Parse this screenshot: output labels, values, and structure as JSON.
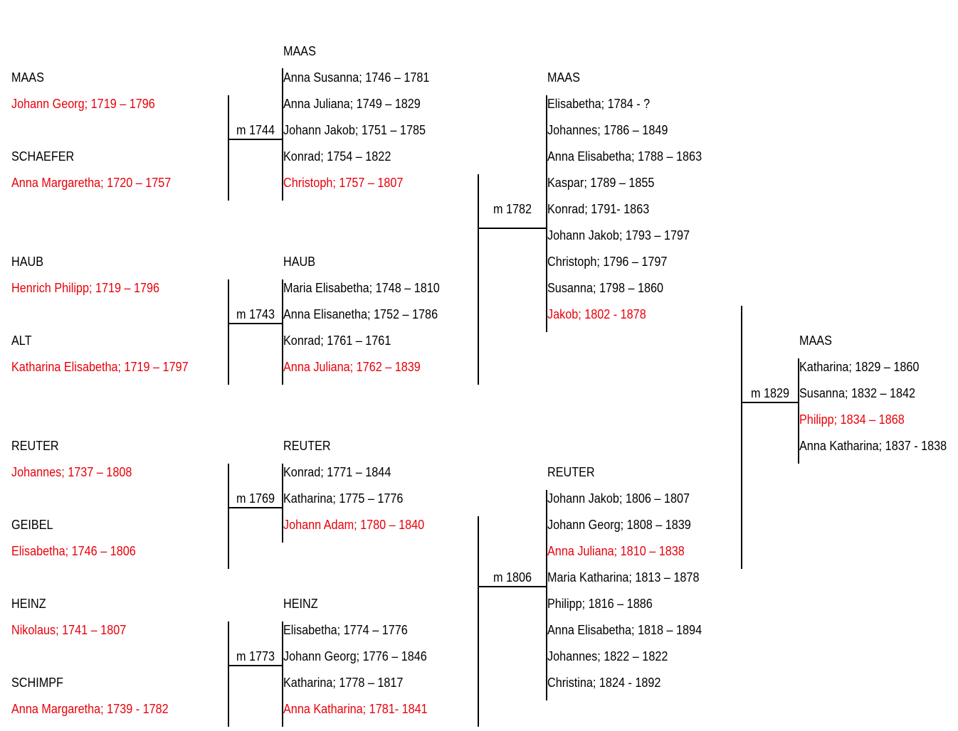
{
  "col1": {
    "maas_surname": "MAAS",
    "maas_person": "Johann Georg; 1719 – 1796",
    "schaefer_surname": "SCHAEFER",
    "schaefer_person": "Anna Margaretha; 1720 – 1757",
    "haub_surname": "HAUB",
    "haub_person": "Henrich Philipp; 1719 – 1796",
    "alt_surname": "ALT",
    "alt_person": "Katharina Elisabetha; 1719 – 1797",
    "reuter_surname": "REUTER",
    "reuter_person": "Johannes; 1737 – 1808",
    "geibel_surname": "GEIBEL",
    "geibel_person": "Elisabetha; 1746 – 1806",
    "heinz_surname": "HEINZ",
    "heinz_person": "Nikolaus; 1741 – 1807",
    "schimpf_surname": "SCHIMPF",
    "schimpf_person": "Anna Margaretha; 1739 - 1782"
  },
  "marriages": {
    "m1744": "m 1744",
    "m1743": "m 1743",
    "m1769": "m 1769",
    "m1773": "m 1773",
    "m1782": "m 1782",
    "m1806": "m 1806",
    "m1829": "m 1829"
  },
  "col2": {
    "maas": {
      "surname": "MAAS",
      "children": [
        "Anna Susanna; 1746 – 1781",
        "Anna Juliana; 1749 – 1829",
        "Johann Jakob; 1751 – 1785",
        "Konrad; 1754 – 1822",
        "Christoph; 1757 – 1807"
      ]
    },
    "haub": {
      "surname": "HAUB",
      "children": [
        "Maria Elisabetha; 1748 – 1810",
        "Anna Elisanetha; 1752 – 1786",
        "Konrad; 1761 – 1761",
        "Anna Juliana; 1762 – 1839"
      ]
    },
    "reuter": {
      "surname": "REUTER",
      "children": [
        "Konrad; 1771 – 1844",
        "Katharina; 1775 – 1776",
        "Johann Adam; 1780 – 1840"
      ]
    },
    "heinz": {
      "surname": "HEINZ",
      "children": [
        "Elisabetha; 1774 – 1776",
        "Johann Georg; 1776 – 1846",
        "Katharina; 1778 – 1817",
        "Anna Katharina; 1781- 1841"
      ]
    }
  },
  "col3": {
    "maas": {
      "surname": "MAAS",
      "children": [
        "Elisabetha; 1784 - ?",
        "Johannes; 1786 – 1849",
        "Anna Elisabetha; 1788 – 1863",
        "Kaspar; 1789 – 1855",
        "Konrad; 1791- 1863",
        "Johann Jakob; 1793 – 1797",
        "Christoph; 1796 – 1797",
        "Susanna; 1798 – 1860",
        "Jakob; 1802 - 1878"
      ]
    },
    "reuter": {
      "surname": "REUTER",
      "children": [
        "Johann Jakob; 1806 – 1807",
        "Johann Georg; 1808 – 1839",
        "Anna Juliana; 1810 – 1838",
        "Maria Katharina; 1813 – 1878",
        "Philipp; 1816 – 1886",
        "Anna Elisabetha; 1818 – 1894",
        "Johannes; 1822 – 1822",
        "Christina; 1824 - 1892"
      ]
    }
  },
  "col4": {
    "maas": {
      "surname": "MAAS",
      "children": [
        "Katharina; 1829 – 1860",
        "Susanna; 1832 – 1842",
        "Philipp; 1834 – 1868",
        "Anna Katharina; 1837 - 1838"
      ]
    }
  },
  "colors": {
    "ancestor_line": "#e8000a",
    "text": "#000000"
  }
}
